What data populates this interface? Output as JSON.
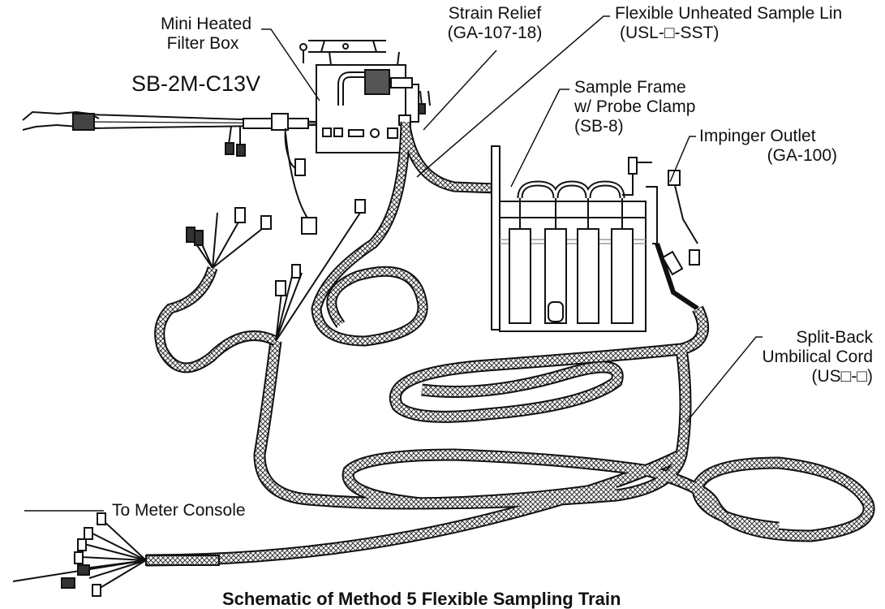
{
  "labels": {
    "filter_box": {
      "line1": "Mini Heated",
      "line2": "Filter Box",
      "model": "SB-2M-C13V"
    },
    "strain_relief": {
      "line1": "Strain Relief",
      "line2": "(GA-107-18)"
    },
    "sample_line": {
      "line1": "Flexible Unheated Sample Lin",
      "line2": "(USL-□-SST)"
    },
    "sample_frame": {
      "line1": "Sample Frame",
      "line2": "w/ Probe Clamp",
      "line3": "(SB-8)"
    },
    "impinger_outlet": {
      "line1": "Impinger Outlet",
      "line2": "(GA-100)"
    },
    "umbilical": {
      "line1": "Split-Back",
      "line2": "Umbilical Cord",
      "line3": "(US□-□)"
    },
    "meter_console": "To Meter Console"
  },
  "title": "Schematic of Method 5 Flexible Sampling Train",
  "colors": {
    "ink": "#111111",
    "braid": "#6b6b6b",
    "paper": "#ffffff",
    "water": "#9a9a9a"
  }
}
